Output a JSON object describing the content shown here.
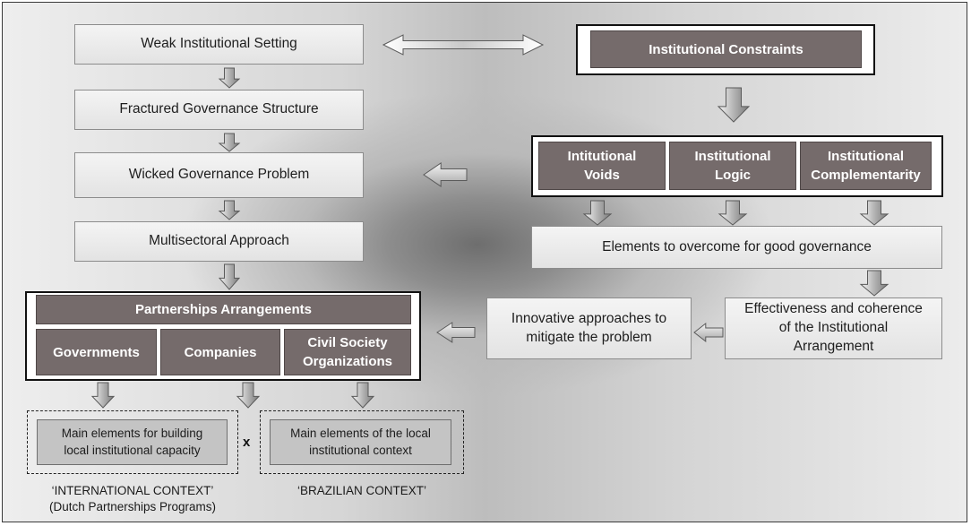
{
  "left_column": {
    "weak_setting": "Weak Institutional Setting",
    "fractured": "Fractured Governance Structure",
    "wicked": "Wicked Governance Problem",
    "multisectoral": "Multisectoral Approach"
  },
  "partnerships": {
    "title": "Partnerships Arrangements",
    "governments": "Governments",
    "companies": "Companies",
    "civil_line1": "Civil Society",
    "civil_line2": "Organizations"
  },
  "constraints": {
    "title": "Institutional Constraints",
    "voids_line1": "Intitutional",
    "voids_line2": "Voids",
    "logic_line1": "Institutional",
    "logic_line2": "Logic",
    "complementarity_line1": "Institutional",
    "complementarity_line2": "Complementarity"
  },
  "elements_overcome": "Elements to overcome for good governance",
  "effectiveness": {
    "line1": "Effectiveness and coherence",
    "line2": "of the Institutional",
    "line3": "Arrangement"
  },
  "innovative": {
    "line1": "Innovative approaches to",
    "line2": "mitigate the problem"
  },
  "bottom": {
    "international_line1": "Main elements for building",
    "international_line2": "local institutional capacity",
    "times_symbol": "x",
    "brazilian_line1": "Main elements of the local",
    "brazilian_line2": "institutional context",
    "caption_international_line1": "‘INTERNATIONAL CONTEXT’",
    "caption_international_line2": "(Dutch Partnerships Programs)",
    "caption_brazilian": "‘BRAZILIAN CONTEXT’"
  },
  "colors": {
    "dark_box": "#756b6b",
    "light_box": "#eeeeee",
    "arrow_fill": "#b0b0b0"
  }
}
